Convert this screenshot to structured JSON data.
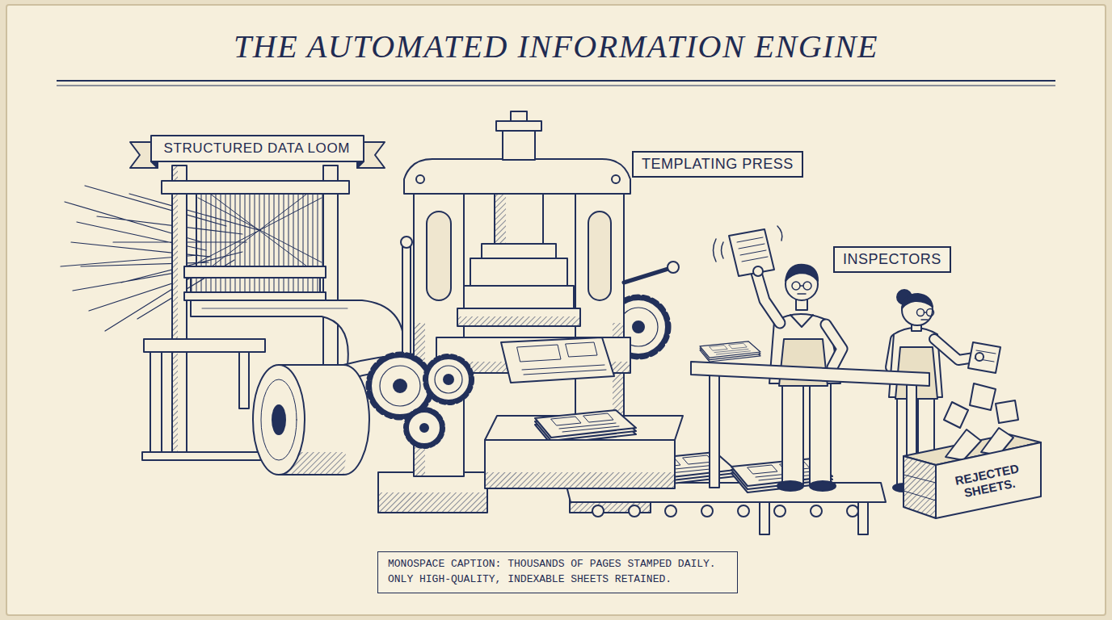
{
  "diagram": {
    "title": "THE AUTOMATED INFORMATION ENGINE",
    "caption": "MONOSPACE CAPTION: THOUSANDS OF PAGES STAMPED DAILY. ONLY HIGH-QUALITY, INDEXABLE SHEETS RETAINED.",
    "nodes": [
      {
        "text": [
          "STRUCTURED DATA LOOM"
        ]
      },
      {
        "text": [
          "TEMPLATING PRESS"
        ]
      },
      {
        "text": [
          "INSPECTORS"
        ]
      },
      {
        "text": [
          "REJECTED SHEETS."
        ]
      }
    ]
  }
}
